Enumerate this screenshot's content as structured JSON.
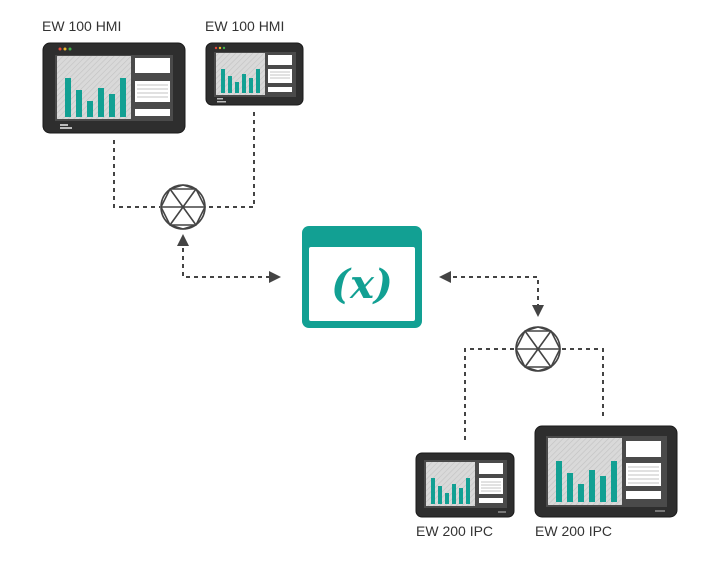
{
  "devices": [
    {
      "id": "hmi-1",
      "label": "EW 100 HMI"
    },
    {
      "id": "hmi-2",
      "label": "EW 100 HMI"
    },
    {
      "id": "ipc-1",
      "label": "EW 200 IPC"
    },
    {
      "id": "ipc-2",
      "label": "EW 200 IPC"
    }
  ],
  "central_app": {
    "symbol": "(x)",
    "icon": "variable-icon"
  },
  "network_nodes": [
    {
      "id": "network-top",
      "icon": "globe-network-icon"
    },
    {
      "id": "network-bottom",
      "icon": "globe-network-icon"
    }
  ],
  "colors": {
    "accent": "#12a093",
    "device_frame": "#2e2e2e",
    "device_screen": "#4a4a4a",
    "connector": "#444444",
    "label": "#333333"
  }
}
